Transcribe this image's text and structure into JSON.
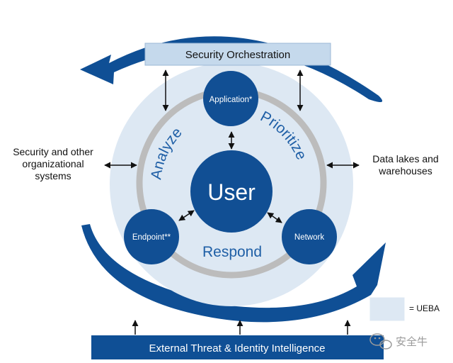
{
  "top_box": {
    "label": "Security Orchestration"
  },
  "bottom_box": {
    "label": "External Threat & Identity Intelligence"
  },
  "left_label": {
    "lines": [
      "Security and other",
      "organizational",
      "systems"
    ]
  },
  "right_label": {
    "lines": [
      "Data lakes and",
      "warehouses"
    ]
  },
  "center": {
    "label": "User"
  },
  "nodes": {
    "application": "Application*",
    "endpoint": "Endpoint**",
    "network": "Network"
  },
  "ring_words": {
    "analyze": "Analyze",
    "prioritize": "Prioritize",
    "respond": "Respond"
  },
  "legend": {
    "label": "= UEBA",
    "swatch_color": "#dde8f3"
  },
  "watermark": {
    "label": "安全牛"
  },
  "colors": {
    "primary_blue": "#0f4f95",
    "node_blue": "#114f94",
    "ueba_fill": "#dde8f3",
    "top_box_fill": "#c5d9ec",
    "ring_gray": "#bcbcbc",
    "ring_text_blue": "#1f5fa6"
  }
}
